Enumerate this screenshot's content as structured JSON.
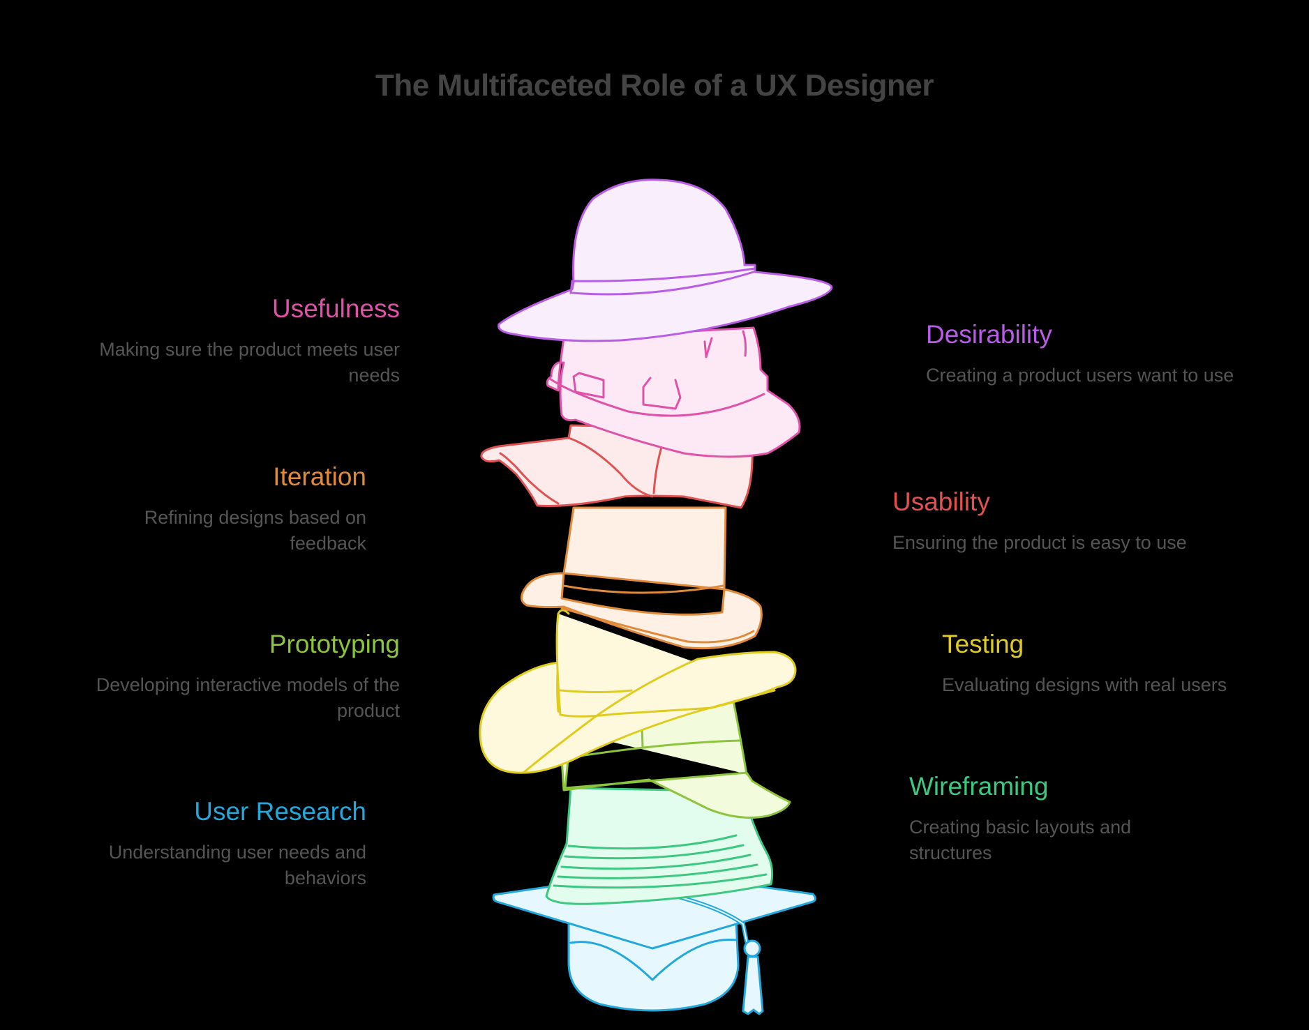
{
  "title": "The Multifaceted Role of a UX Designer",
  "items": {
    "usefulness": {
      "label": "Usefulness",
      "description": "Making sure the product meets user needs",
      "color": "#E052A8",
      "side": "left"
    },
    "desirability": {
      "label": "Desirability",
      "description": "Creating a product users want to use",
      "color": "#B95CE6",
      "side": "right"
    },
    "iteration": {
      "label": "Iteration",
      "description": "Refining designs based on feedback",
      "color": "#E08A3A",
      "side": "left"
    },
    "usability": {
      "label": "Usability",
      "description": "Ensuring the product is easy to use",
      "color": "#E05252",
      "side": "right"
    },
    "prototyping": {
      "label": "Prototyping",
      "description": "Developing interactive models of the product",
      "color": "#8CC43C",
      "side": "left"
    },
    "testing": {
      "label": "Testing",
      "description": "Evaluating designs with real users",
      "color": "#E0CC1E",
      "side": "right"
    },
    "user_research": {
      "label": "User Research",
      "description": "Understanding user needs and behaviors",
      "color": "#23A8DC",
      "side": "left"
    },
    "wireframing": {
      "label": "Wireframing",
      "description": "Creating basic layouts and structures",
      "color": "#3DC882",
      "side": "right"
    }
  },
  "hats": [
    {
      "name": "wide-brim-hat",
      "stroke": "#B95CE6",
      "fill": "#F8EEFC"
    },
    {
      "name": "hard-hat",
      "stroke": "#E052A8",
      "fill": "#FDE8F5"
    },
    {
      "name": "baseball-cap",
      "stroke": "#E05252",
      "fill": "#FDEAEA"
    },
    {
      "name": "top-hat",
      "stroke": "#E08A3A",
      "fill": "#FEF0E4"
    },
    {
      "name": "cowboy-hat",
      "stroke": "#E0CC1E",
      "fill": "#FEF9DC"
    },
    {
      "name": "flat-cap",
      "stroke": "#8CC43C",
      "fill": "#F2FCDC"
    },
    {
      "name": "bucket-hat",
      "stroke": "#3DC882",
      "fill": "#E2FCEE"
    },
    {
      "name": "graduation-cap",
      "stroke": "#23A8DC",
      "fill": "#E6F7FD"
    }
  ]
}
